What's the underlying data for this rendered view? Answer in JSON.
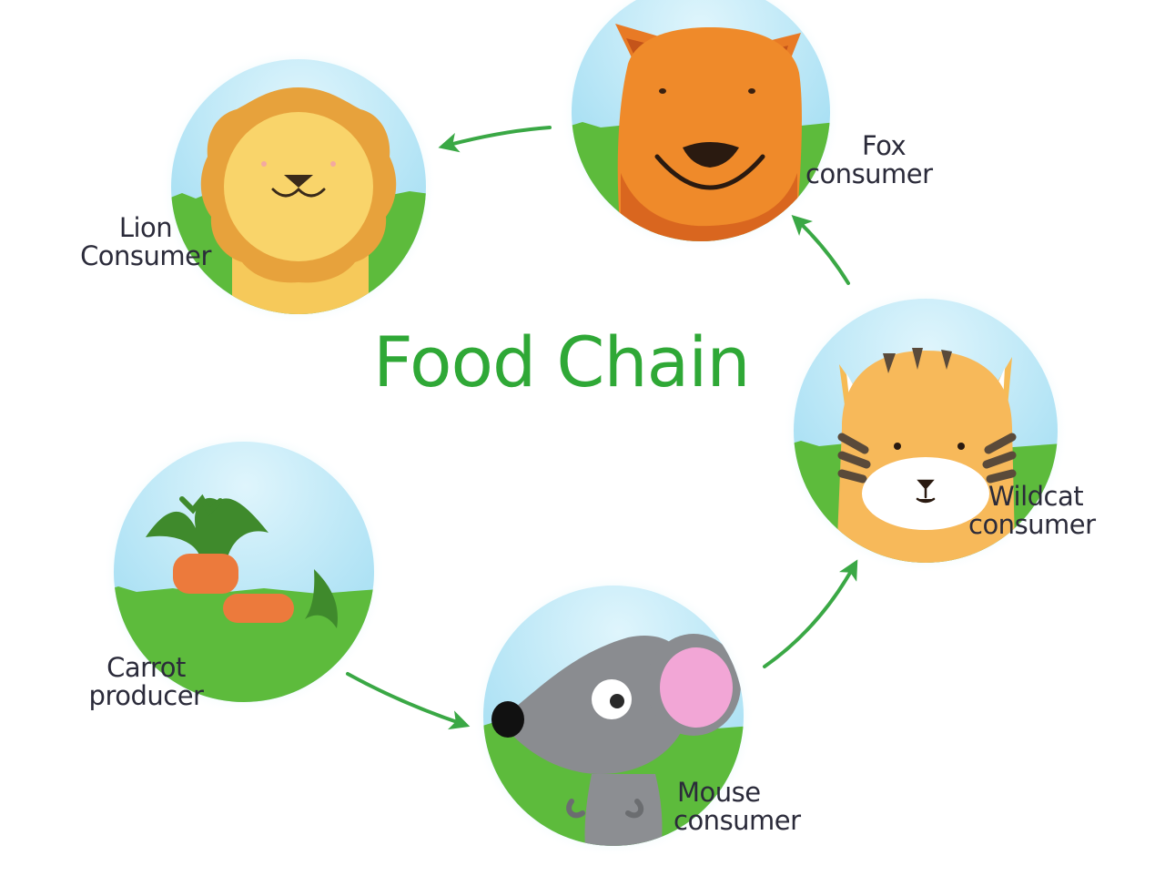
{
  "diagram": {
    "title": "Food Chain",
    "nodes": [
      {
        "id": "carrot",
        "name": "Carrot",
        "role": "producer",
        "icon": "carrot-icon"
      },
      {
        "id": "mouse",
        "name": "Mouse",
        "role": "consumer",
        "icon": "mouse-icon"
      },
      {
        "id": "wildcat",
        "name": "Wildcat",
        "role": "consumer",
        "icon": "wildcat-icon"
      },
      {
        "id": "fox",
        "name": "Fox",
        "role": "consumer",
        "icon": "fox-icon"
      },
      {
        "id": "lion",
        "name": "Lion",
        "role": "Consumer",
        "icon": "lion-icon"
      }
    ],
    "edges": [
      {
        "from": "carrot",
        "to": "mouse"
      },
      {
        "from": "mouse",
        "to": "wildcat"
      },
      {
        "from": "wildcat",
        "to": "fox"
      },
      {
        "from": "fox",
        "to": "lion"
      }
    ],
    "colors": {
      "title": "#2fa836",
      "arrow": "#3aa845",
      "sky": "#bfe9f7",
      "grass": "#5dbb3c",
      "label": "#2b2b3a"
    }
  }
}
